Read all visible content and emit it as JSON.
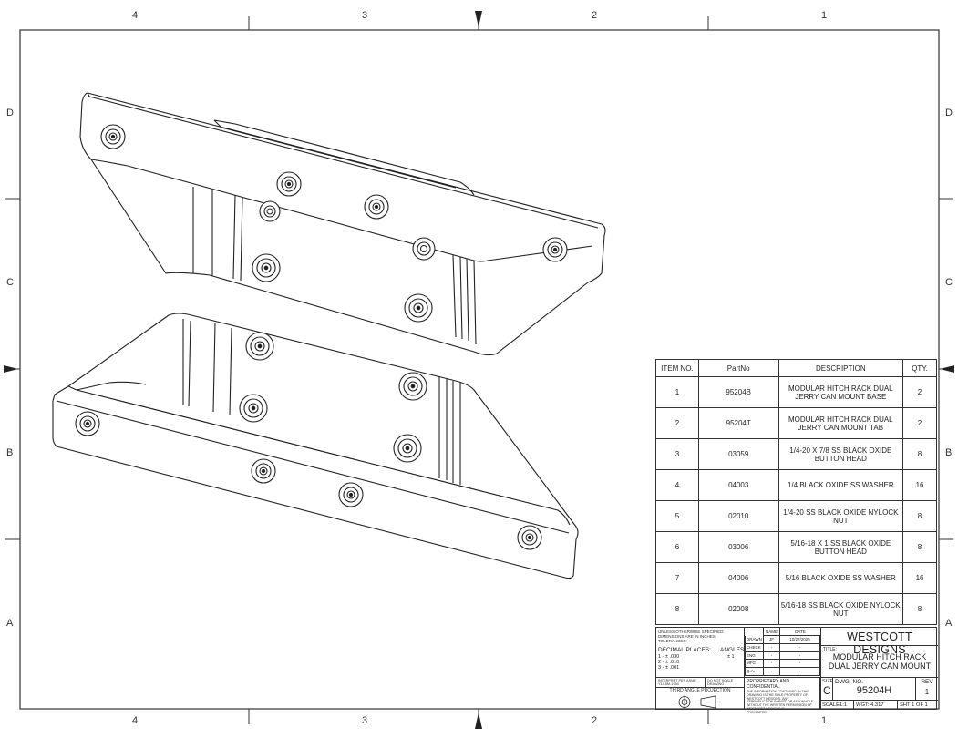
{
  "zones": {
    "columns": [
      "4",
      "3",
      "2",
      "1"
    ],
    "rows": [
      "D",
      "C",
      "B",
      "A"
    ]
  },
  "bom": {
    "headers": [
      "ITEM NO.",
      "PartNo",
      "DESCRIPTION",
      "QTY."
    ],
    "rows": [
      {
        "item": "1",
        "part": "95204B",
        "desc": [
          "MODULAR HITCH RACK DUAL",
          "JERRY CAN MOUNT BASE"
        ],
        "qty": "2"
      },
      {
        "item": "2",
        "part": "95204T",
        "desc": [
          "MODULAR HITCH RACK DUAL",
          "JERRY CAN MOUNT TAB"
        ],
        "qty": "2"
      },
      {
        "item": "3",
        "part": "03059",
        "desc": [
          "1/4-20 X 7/8 SS BLACK OXIDE",
          "BUTTON HEAD"
        ],
        "qty": "8"
      },
      {
        "item": "4",
        "part": "04003",
        "desc": [
          "1/4 BLACK OXIDE SS WASHER"
        ],
        "qty": "16"
      },
      {
        "item": "5",
        "part": "02010",
        "desc": [
          "1/4-20 SS BLACK OXIDE NYLOCK",
          "NUT"
        ],
        "qty": "8"
      },
      {
        "item": "6",
        "part": "03006",
        "desc": [
          "5/16-18 X 1 SS BLACK OXIDE",
          "BUTTON HEAD"
        ],
        "qty": "8"
      },
      {
        "item": "7",
        "part": "04006",
        "desc": [
          "5/16 BLACK OXIDE SS WASHER"
        ],
        "qty": "16"
      },
      {
        "item": "8",
        "part": "02008",
        "desc": [
          "5/16-18 SS BLACK OXIDE NYLOCK",
          "NUT"
        ],
        "qty": "8"
      }
    ]
  },
  "title_block": {
    "notes": [
      "UNLESS OTHERWISE SPECIFIED:",
      "DIMENSIONS ARE IN INCHES",
      "TOLERANCES:"
    ],
    "decimal_label": "DECIMAL PLACES:",
    "angles_label": "ANGLES:",
    "decimals": [
      "1 - ± .030",
      "2 - ± .010",
      "3 - ± .001"
    ],
    "angle_tol": "± 1",
    "interpret": "INTERPRET PER ASME Y14.5M-1994",
    "do_not_scale": "DO NOT SCALE DRAWING",
    "projection": "THIRD ANGLE PROJECTION",
    "name_header": "NAME",
    "date_header": "DATE",
    "sign_rows": [
      {
        "role": "DRAWN",
        "name": "JF",
        "date": "10/27/2025"
      },
      {
        "role": "CHECK",
        "name": "-",
        "date": "-"
      },
      {
        "role": "ENG",
        "name": "-",
        "date": "-"
      },
      {
        "role": "MFG",
        "name": "-",
        "date": "-"
      },
      {
        "role": "Q.A.",
        "name": "-",
        "date": "-"
      }
    ],
    "proprietary_title": "PROPRIETARY AND CONFIDENTIAL",
    "proprietary_text": [
      "THE INFORMATION CONTAINED IN THIS",
      "DRAWING IS THE SOLE PROPERTY OF",
      "WESTCOTT DESIGNS. ANY",
      "REPRODUCTION IN PART OR AS A WHOLE",
      "WITHOUT THE WRITTEN PERMISSION OF",
      "WESTCOTT DESIGNS IS",
      "PROHIBITED."
    ],
    "company": "WESTCOTT DESIGNS",
    "title_label": "TITLE:",
    "title": [
      "MODULAR HITCH RACK",
      "DUAL JERRY CAN MOUNT"
    ],
    "size_label": "SIZE",
    "size": "C",
    "dwg_no_label": "DWG. NO.",
    "dwg_no": "95204H",
    "rev_label": "REV",
    "rev": "1",
    "scale": "SCALE1:1",
    "weight": "WGT: 4.317",
    "sheet": "SHT 1 OF 1"
  }
}
